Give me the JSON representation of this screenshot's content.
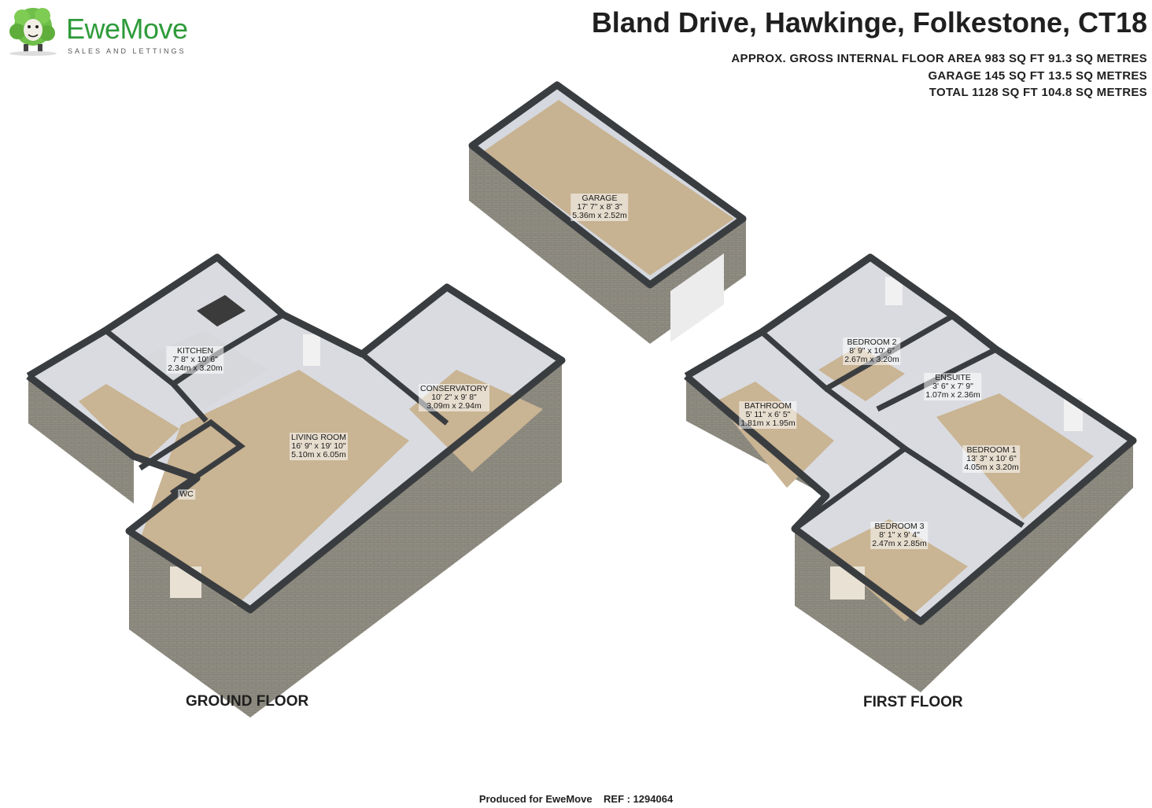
{
  "brand": {
    "name": "EweMove",
    "tagline": "SALES AND LETTINGS"
  },
  "title": "Bland Drive, Hawkinge, Folkestone, CT18",
  "areas": [
    "APPROX. GROSS INTERNAL FLOOR AREA 983 SQ FT 91.3 SQ METRES",
    "GARAGE 145 SQ FT 13.5 SQ METRES",
    "TOTAL 1128 SQ FT 104.8 SQ METRES"
  ],
  "floors": {
    "ground": "GROUND FLOOR",
    "first": "FIRST FLOOR"
  },
  "rooms": {
    "garage": {
      "name": "GARAGE",
      "imperial": "17' 7\" x 8' 3\"",
      "metric": "5.36m x 2.52m"
    },
    "kitchen": {
      "name": "KITCHEN",
      "imperial": "7' 8\" x 10' 6\"",
      "metric": "2.34m x 3.20m"
    },
    "conservatory": {
      "name": "CONSERVATORY",
      "imperial": "10' 2\" x 9' 8\"",
      "metric": "3.09m x 2.94m"
    },
    "living": {
      "name": "LIVING ROOM",
      "imperial": "16' 9\" x 19' 10\"",
      "metric": "5.10m x 6.05m"
    },
    "wc": {
      "name": "WC"
    },
    "bedroom2": {
      "name": "BEDROOM 2",
      "imperial": "8' 9\" x 10' 6\"",
      "metric": "2.67m x 3.20m"
    },
    "ensuite": {
      "name": "ENSUITE",
      "imperial": "3' 6\" x 7' 9\"",
      "metric": "1.07m x 2.36m"
    },
    "bathroom": {
      "name": "BATHROOM",
      "imperial": "5' 11\" x 6' 5\"",
      "metric": "1.81m x 1.95m"
    },
    "bedroom1": {
      "name": "BEDROOM 1",
      "imperial": "13' 3\" x 10' 6\"",
      "metric": "4.05m x 3.20m"
    },
    "bedroom3": {
      "name": "BEDROOM 3",
      "imperial": "8' 1\" x 9' 4\"",
      "metric": "2.47m x 2.85m"
    }
  },
  "footer": "Produced for EweMove    REF : 1294064",
  "colors": {
    "floor": "#c9b493",
    "wall_top": "#3a3d40",
    "wall_side": "#8e8b80",
    "interior_wall": "#d9dbe0",
    "brand": "#2e9b3a"
  }
}
